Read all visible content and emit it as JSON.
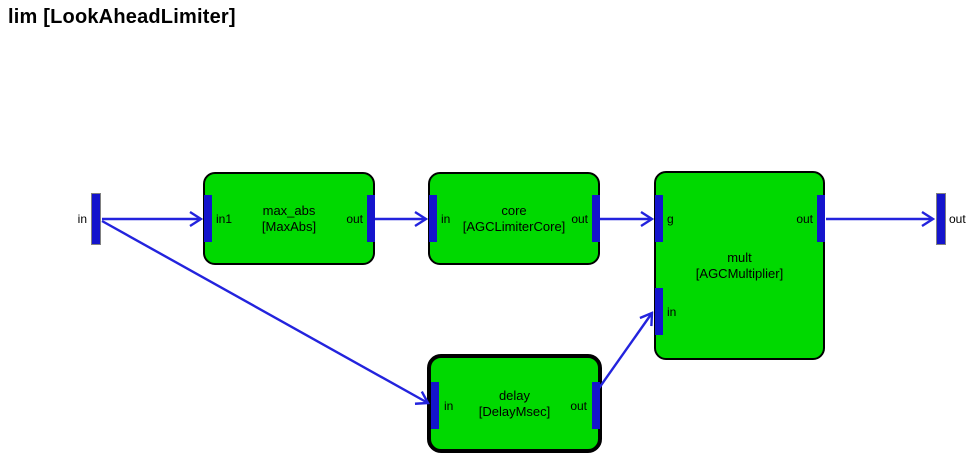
{
  "title": "lim [LookAheadLimiter]",
  "colors": {
    "background": "#ffffff",
    "block_fill": "#00d900",
    "block_border": "#000000",
    "port_bar": "#1414cc",
    "outer_port_outline": "#808080",
    "wire": "#2323dd",
    "text": "#000000"
  },
  "outer_ports": {
    "input_label": "in",
    "output_label": "out"
  },
  "blocks": [
    {
      "name": "max_abs",
      "type": "[MaxAbs]",
      "ports": {
        "in1": "in1",
        "out": "out"
      },
      "selected": false
    },
    {
      "name": "core",
      "type": "[AGCLimiterCore]",
      "ports": {
        "in": "in",
        "out": "out"
      },
      "selected": false
    },
    {
      "name": "mult",
      "type": "[AGCMultiplier]",
      "ports": {
        "g": "g",
        "in": "in",
        "out": "out"
      },
      "selected": false
    },
    {
      "name": "delay",
      "type": "[DelayMsec]",
      "ports": {
        "in": "in",
        "out": "out"
      },
      "selected": true
    }
  ],
  "connections": [
    {
      "from": "in",
      "to": "max_abs.in1"
    },
    {
      "from": "max_abs.out",
      "to": "core.in"
    },
    {
      "from": "core.out",
      "to": "mult.g"
    },
    {
      "from": "mult.out",
      "to": "out"
    },
    {
      "from": "in",
      "to": "delay.in"
    },
    {
      "from": "delay.out",
      "to": "mult.in"
    }
  ]
}
